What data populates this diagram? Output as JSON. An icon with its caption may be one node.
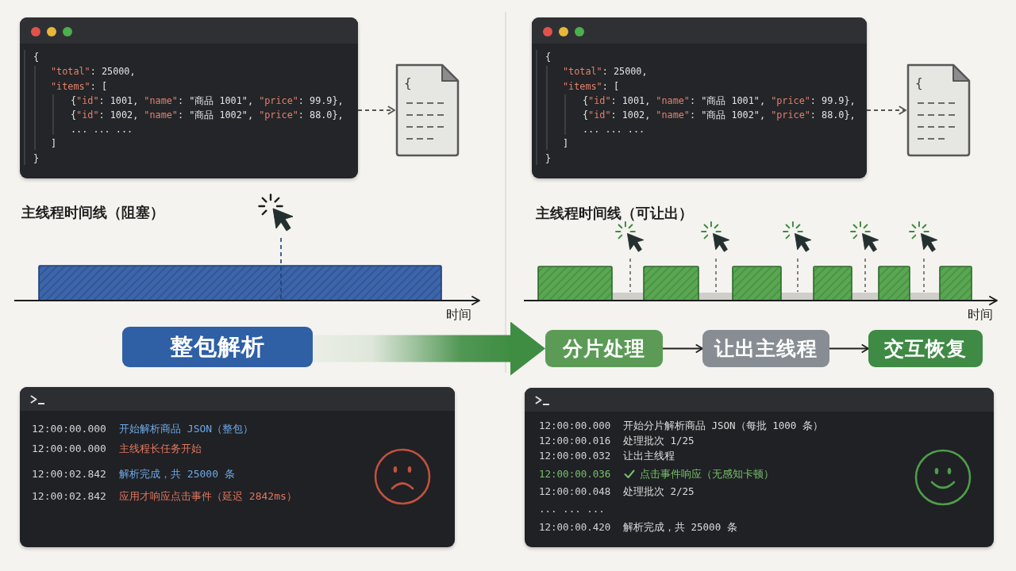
{
  "diagram": {
    "nodes": [
      {
        "text": [
          "{",
          "\"total\": 25000,",
          "\"items\": [",
          "{\"id\": 1001, \"name\": \"商品 1001\", \"price\": 99.9},",
          "{\"id\": 1002, \"name\": \"商品 1002\", \"price\": 88.0},",
          "... ... ...",
          "]",
          "}"
        ]
      },
      {
        "text": [
          "{"
        ]
      },
      {
        "text": [
          "{",
          "\"total\": 25000,",
          "\"items\": [",
          "{\"id\": 1001, \"name\": \"商品 1001\", \"price\": 99.9},",
          "{\"id\": 1002, \"name\": \"商品 1002\", \"price\": 88.0},",
          "... ... ...",
          "]",
          "}"
        ]
      },
      {
        "text": [
          "{"
        ]
      },
      {
        "text": [
          "整包解析"
        ]
      },
      {
        "text": [
          "分片处理"
        ]
      },
      {
        "text": [
          "让出主线程"
        ]
      },
      {
        "text": [
          "交互恢复"
        ]
      },
      {
        "text": [
          "12:00:00.000",
          "开始解析商品 JSON（整包）",
          "12:00:00.000",
          "主线程长任务开始",
          "12:00:02.842",
          "解析完成，共 25000 条",
          "12:00:02.842",
          "应用才响应点击事件（延迟 2842ms）"
        ]
      },
      {
        "text": [
          "12:00:00.000",
          "开始分片解析商品 JSON（每批 1000 条）",
          "12:00:00.016",
          "处理批次 1/25",
          "12:00:00.032",
          "让出主线程",
          "12:00:00.036",
          "点击事件响应（无感知卡顿）",
          "12:00:00.048",
          "处理批次 2/25",
          "... ... ...",
          "12:00:00.420",
          "解析完成，共 25000 条"
        ]
      }
    ],
    "edges": [
      {
        "from": 0,
        "to": 1,
        "arrow": "to",
        "style": "dashed"
      },
      {
        "from": 2,
        "to": 3,
        "arrow": "to",
        "style": "dashed"
      },
      {
        "from": 4,
        "to": 5,
        "arrow": "to",
        "style": "thick",
        "color": "#3f8d43"
      },
      {
        "from": 5,
        "to": 6,
        "arrow": "to"
      },
      {
        "from": 6,
        "to": 7,
        "arrow": "to"
      }
    ],
    "labels": [
      "主线程时间线（阻塞）",
      "主线程时间线（可让出）",
      "时间",
      "时间"
    ]
  }
}
